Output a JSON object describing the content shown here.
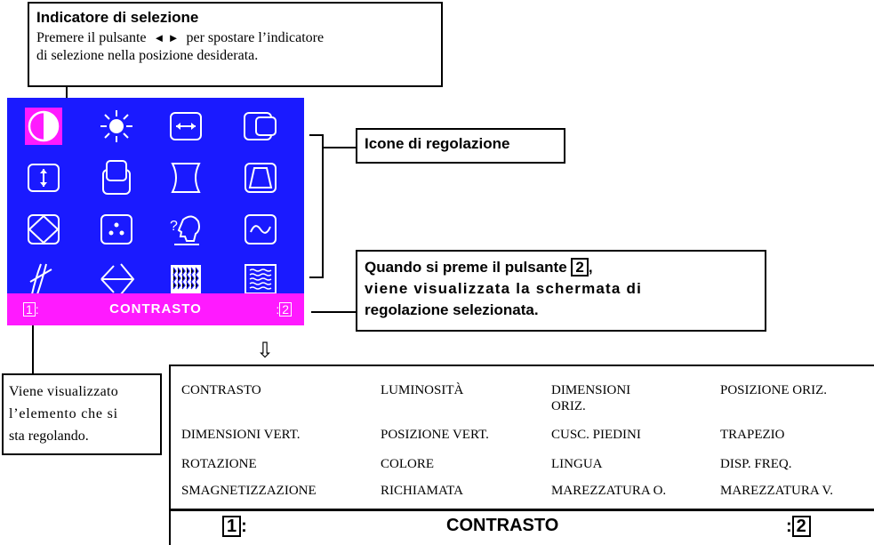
{
  "callouts": {
    "selection_title": "Indicatore di selezione",
    "selection_text_1": "Premere il pulsante",
    "selection_arrows": "◄ ►",
    "selection_text_2": "per spostare l’indicatore",
    "selection_text_3": "di selezione nella posizione desiderata.",
    "adjust_icons": "Icone di regolazione",
    "press_line_1": "Quando si preme il pulsante",
    "press_button_num": "2",
    "press_line_1_end": ",",
    "press_line_2": "viene visualizzata la schermata di",
    "press_line_3": "regolazione selezionata.",
    "item_line_1": "Viene visualizzato",
    "item_line_2": "l’elemento che si",
    "item_line_3": "sta regolando."
  },
  "osd": {
    "left_num": "1",
    "left_colon": ":",
    "label": "CONTRASTO",
    "right_colon": ":",
    "right_num": "2",
    "icons": [
      "contrast-icon",
      "brightness-icon",
      "h-size-icon",
      "h-position-icon",
      "v-size-icon",
      "v-position-icon",
      "pincushion-icon",
      "trapezoid-icon",
      "rotation-icon",
      "color-icon",
      "language-icon",
      "frequency-icon",
      "degauss-icon",
      "recall-icon",
      "moire-h-icon",
      "moire-v-icon"
    ],
    "colors": {
      "background": "#1a1aff",
      "bar": "#ff1aff",
      "selected": "#ff1aff"
    }
  },
  "arrow": "⇩",
  "menu": {
    "rows": [
      [
        "CONTRASTO",
        "LUMINOSITÀ",
        "DIMENSIONI ORIZ.",
        "POSIZIONE ORIZ."
      ],
      [
        "DIMENSIONI VERT.",
        "POSIZIONE VERT.",
        "CUSC. PIEDINI",
        "TRAPEZIO"
      ],
      [
        "ROTAZIONE",
        "COLORE",
        "LINGUA",
        "DISP. FREQ."
      ],
      [
        "SMAGNETIZZAZIONE",
        "RICHIAMATA",
        "MAREZZATURA O.",
        "MAREZZATURA V."
      ]
    ]
  },
  "bottom_bar": {
    "left_num": "1",
    "left_colon": ":",
    "label": "CONTRASTO",
    "right_colon": ":",
    "right_num": "2"
  }
}
